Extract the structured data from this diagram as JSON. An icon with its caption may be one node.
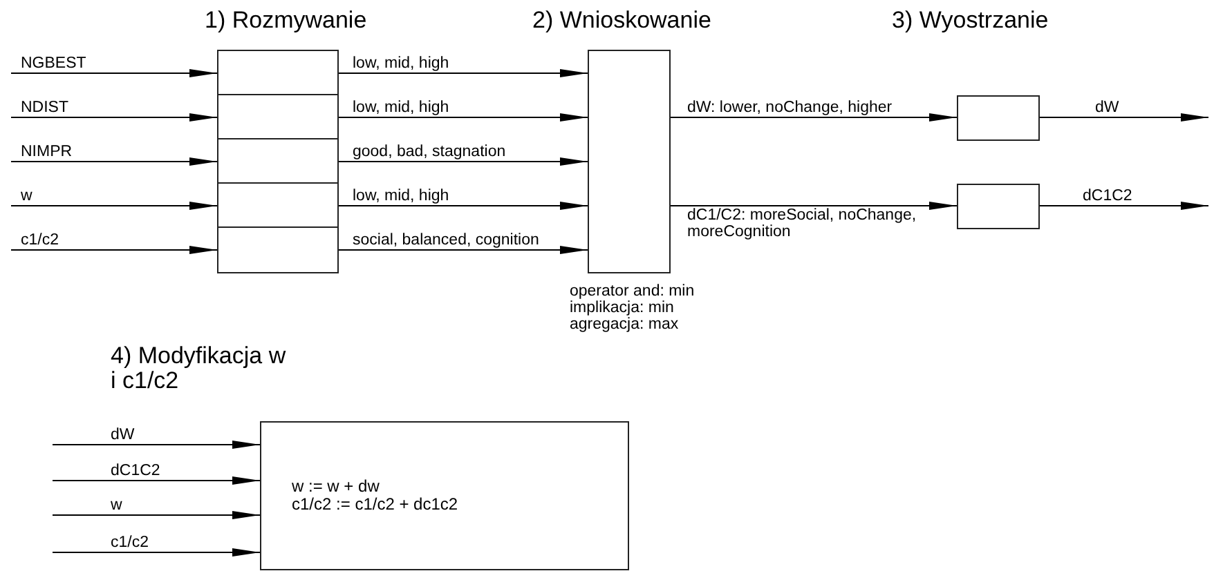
{
  "diagram": {
    "nodes": [
      {
        "text": [],
        "shape": "box"
      },
      {
        "text": [],
        "shape": "box"
      },
      {
        "text": [],
        "shape": "box"
      },
      {
        "text": [],
        "shape": "box"
      },
      {
        "text": [],
        "shape": "box"
      },
      {
        "text": [],
        "shape": "box",
        "beside": [
          "operator and: min",
          "implikacja: min",
          "agregacja: max"
        ]
      },
      {
        "text": [],
        "shape": "box"
      },
      {
        "text": [],
        "shape": "box"
      },
      {
        "text": [
          "w := w + dw",
          "c1/c2 := c1/c2 + dc1c2"
        ]
      }
    ],
    "edges": [
      {
        "from": null,
        "to": 0,
        "arrow": "to",
        "label": "NGBEST"
      },
      {
        "from": null,
        "to": 1,
        "arrow": "to",
        "label": "NDIST"
      },
      {
        "from": null,
        "to": 2,
        "arrow": "to",
        "label": "NIMPR"
      },
      {
        "from": null,
        "to": 3,
        "arrow": "to",
        "label": "w"
      },
      {
        "from": null,
        "to": 4,
        "arrow": "to",
        "label": "c1/c2"
      },
      {
        "from": 0,
        "to": 5,
        "arrow": "to",
        "label": "low, mid, high"
      },
      {
        "from": 1,
        "to": 5,
        "arrow": "to",
        "label": "low, mid, high"
      },
      {
        "from": 2,
        "to": 5,
        "arrow": "to",
        "label": "good, bad, stagnation"
      },
      {
        "from": 3,
        "to": 5,
        "arrow": "to",
        "label": "low, mid, high"
      },
      {
        "from": 4,
        "to": 5,
        "arrow": "to",
        "label": "social, balanced, cognition"
      },
      {
        "from": 5,
        "to": 6,
        "arrow": "to",
        "label": "dW: lower, noChange, higher"
      },
      {
        "from": 5,
        "to": 7,
        "arrow": "to",
        "label": "dC1/C2: moreSocial, noChange, moreCognition"
      },
      {
        "from": 6,
        "to": null,
        "arrow": "to",
        "label": "dW"
      },
      {
        "from": 7,
        "to": null,
        "arrow": "to",
        "label": "dC1C2"
      },
      {
        "from": null,
        "to": 8,
        "arrow": "to",
        "label": "dW"
      },
      {
        "from": null,
        "to": 8,
        "arrow": "to",
        "label": "dC1C2"
      },
      {
        "from": null,
        "to": 8,
        "arrow": "to",
        "label": "w"
      },
      {
        "from": null,
        "to": 8,
        "arrow": "to",
        "label": "c1/c2"
      }
    ],
    "labels": [
      "1) Rozmywanie",
      "2) Wnioskowanie",
      "3) Wyostrzanie",
      "4) Modyfikacja w i c1/c2"
    ]
  }
}
